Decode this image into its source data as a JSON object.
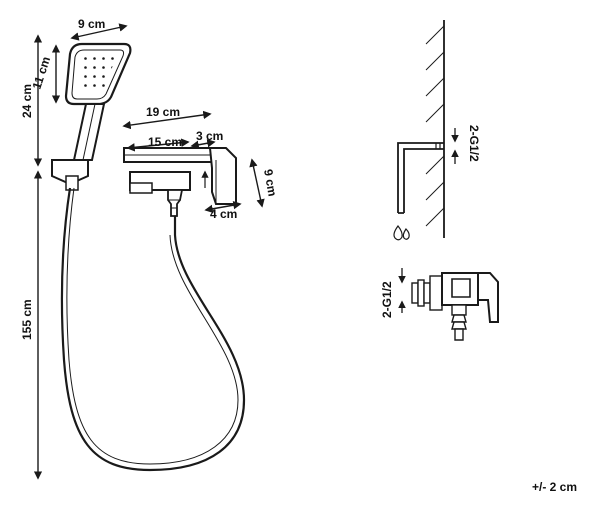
{
  "dimensions": {
    "head_width": "9 cm",
    "head_height": "11 cm",
    "handle_length": "24 cm",
    "hose_length": "155 cm",
    "spout_total": "19 cm",
    "spout_body": "15 cm",
    "spout_tip": "3 cm",
    "valve_height": "9 cm",
    "valve_width": "4 cm",
    "wall_thread": "2-G1/2",
    "fitting_thread": "2-G1/2",
    "tolerance": "+/- 2 cm"
  },
  "colors": {
    "line": "#1a1a1a",
    "background": "#ffffff"
  },
  "icons": {
    "water": "water-drops-icon",
    "arrow": "dimension-arrow-icon"
  }
}
